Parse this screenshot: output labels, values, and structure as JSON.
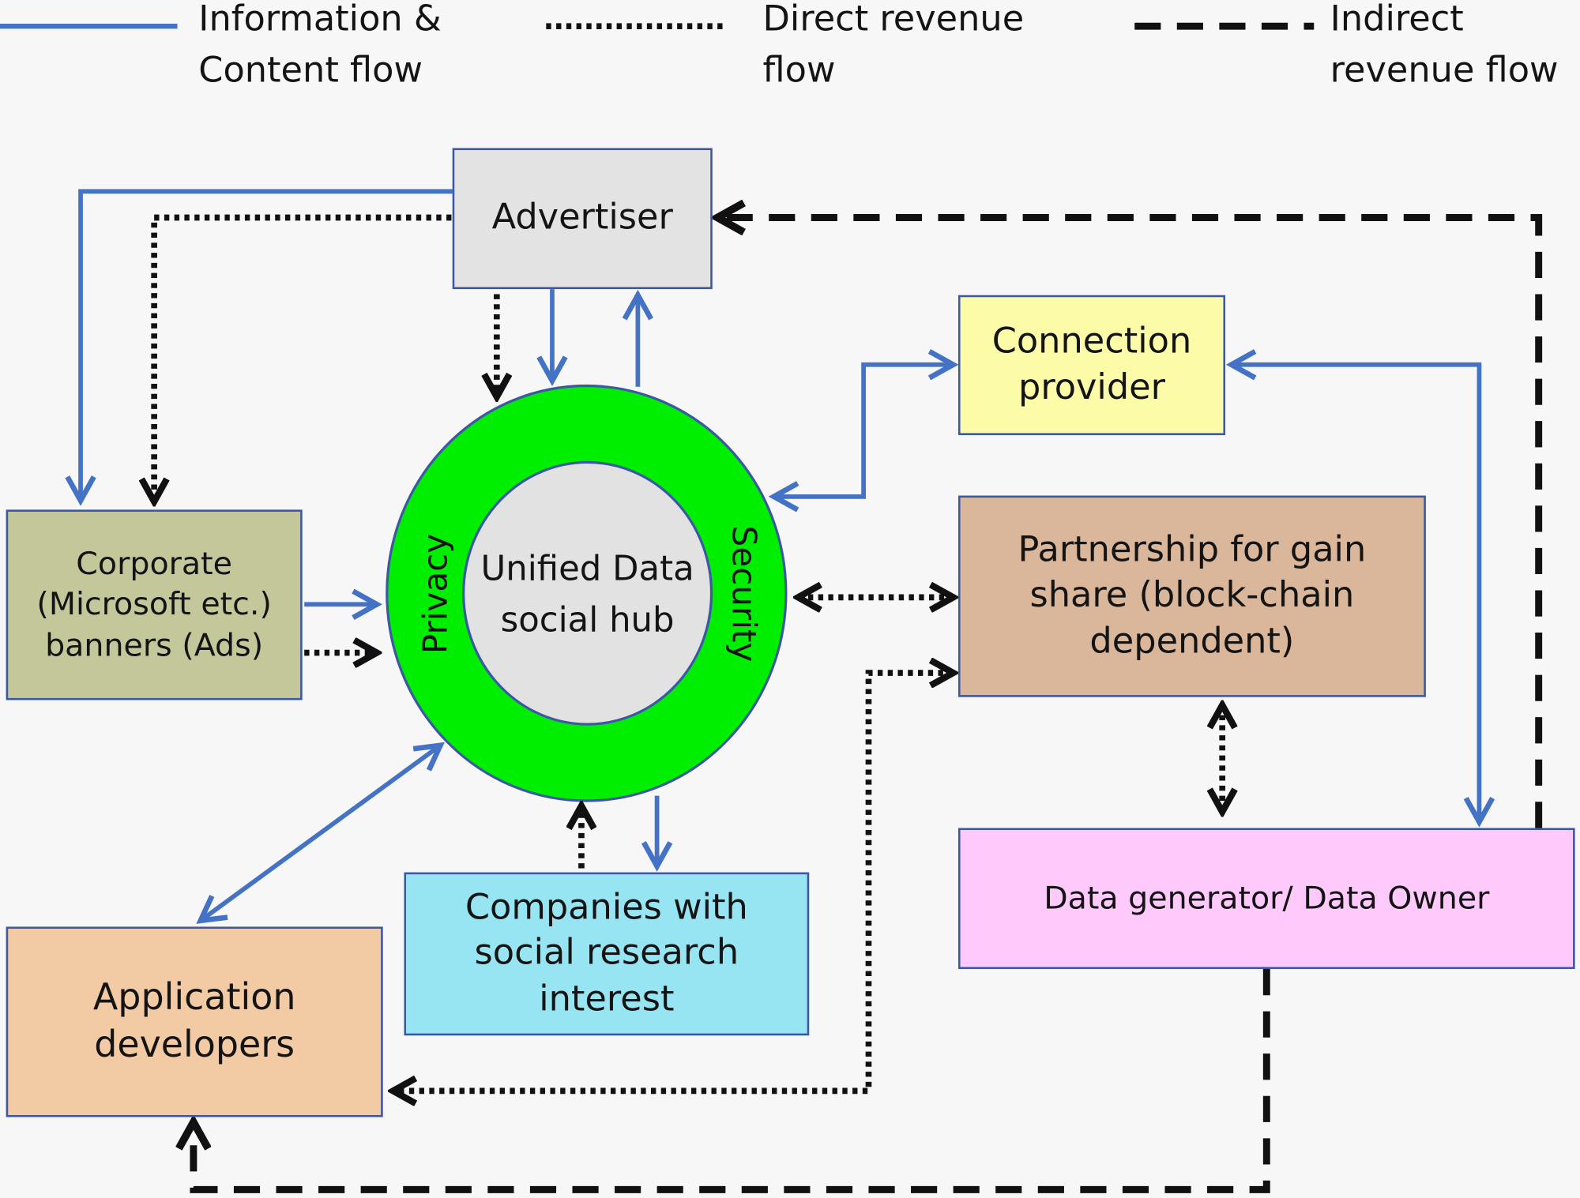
{
  "legend": {
    "info_flow": "Information &\nContent flow",
    "direct_revenue": "Direct  revenue\nflow",
    "indirect_revenue": "Indirect\nrevenue flow"
  },
  "nodes": {
    "advertiser": "Advertiser",
    "connection_provider": "Connection\nprovider",
    "corporate": "Corporate\n(Microsoft etc.)\nbanners (Ads)",
    "partnership": "Partnership for gain\nshare (block-chain\ndependent)",
    "companies": "Companies with\nsocial research\ninterest",
    "app_developers": "Application\ndevelopers",
    "data_owner": "Data generator/ Data Owner"
  },
  "hub": {
    "label": "Unified Data\nsocial hub",
    "left_ring_label": "Privacy",
    "right_ring_label": "Security"
  },
  "colors": {
    "info_flow": "#4472c4",
    "revenue_flow": "#111111",
    "hub_ring": "#00ee00",
    "hub_center": "#e2e2e2",
    "advertiser": "#e3e3e3",
    "connection_provider": "#fbfba8",
    "corporate": "#c3c79a",
    "partnership": "#dab69a",
    "companies": "#97e4f3",
    "app_developers": "#f2caa3",
    "data_owner": "#fecafc"
  }
}
